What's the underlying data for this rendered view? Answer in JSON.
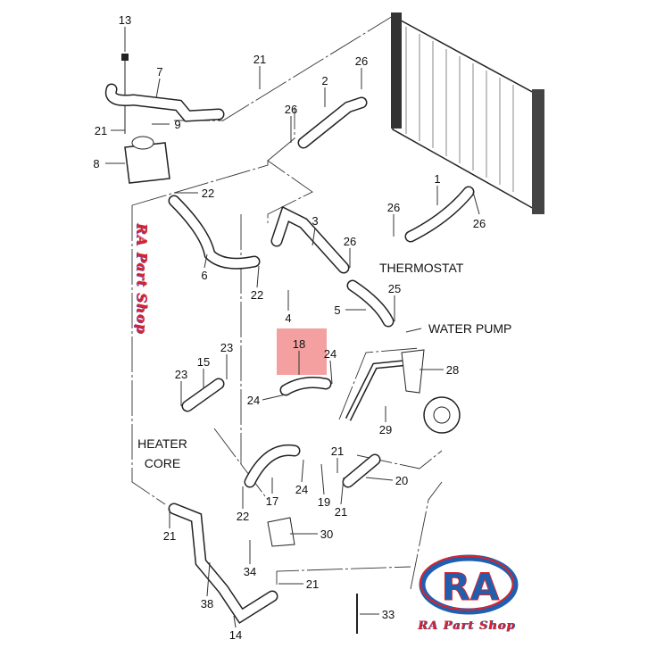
{
  "title": "Cooling system parts diagram",
  "callouts": {
    "c13": "13",
    "c7": "7",
    "c21a": "21",
    "c26a": "26",
    "c2": "2",
    "c21b": "21",
    "c9": "9",
    "c26b": "26",
    "c8": "8",
    "c22a": "22",
    "c1": "1",
    "c26c": "26",
    "c3": "3",
    "c26d": "26",
    "c26e": "26",
    "c6": "6",
    "c22b": "22",
    "c25": "25",
    "c4": "4",
    "c5": "5",
    "c18": "18",
    "c24a": "24",
    "c23a": "23",
    "c15": "15",
    "c23b": "23",
    "c28": "28",
    "c24b": "24",
    "c29": "29",
    "c21c": "21",
    "c20": "20",
    "c17": "17",
    "c24c": "24",
    "c19": "19",
    "c22c": "22",
    "c21d": "21",
    "c21e": "21",
    "c30": "30",
    "c34": "34",
    "c21f": "21",
    "c38": "38",
    "c33": "33",
    "c14": "14"
  },
  "labels": {
    "thermostat": "THERMOSTAT",
    "water_pump": "WATER PUMP",
    "heater_1": "HEATER",
    "heater_2": "CORE"
  },
  "highlight_color": "#f4a0a0",
  "watermark": "RA Part Shop",
  "logo": {
    "monogram": "RA",
    "text": "RA Part Shop",
    "red": "#d9232e",
    "blue": "#1f5fae"
  }
}
